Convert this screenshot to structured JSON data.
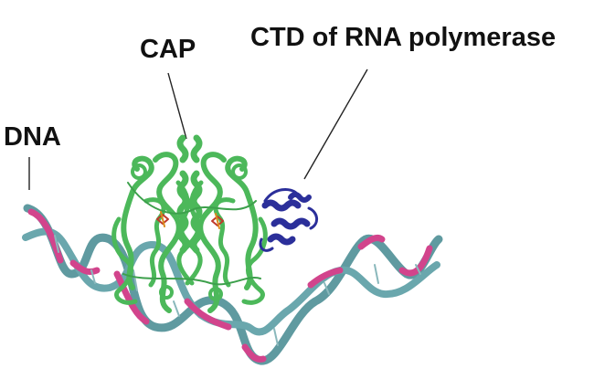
{
  "labels": {
    "dna": "DNA",
    "cap": "CAP",
    "ctd": "CTD of RNA polymerase"
  },
  "colors": {
    "dna_strand_teal": "#5f9aa0",
    "dna_strand_magenta": "#d2448c",
    "cap_protein_green": "#4cb85a",
    "ctd_protein_blue": "#2b2f9a",
    "leader_line": "#222222"
  },
  "structures": [
    {
      "name": "DNA double helix",
      "color_key": "dna_strand_teal"
    },
    {
      "name": "CAP dimer",
      "color_key": "cap_protein_green"
    },
    {
      "name": "RNA polymerase CTD",
      "color_key": "ctd_protein_blue"
    }
  ]
}
